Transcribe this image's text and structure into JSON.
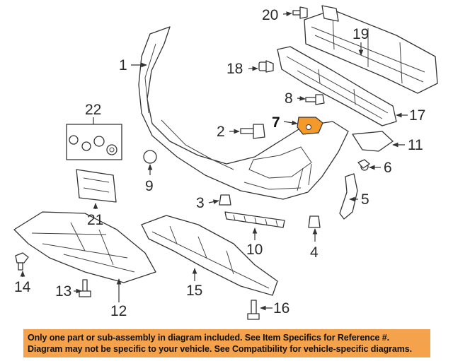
{
  "callouts": [
    "1",
    "2",
    "3",
    "4",
    "5",
    "6",
    "7",
    "8",
    "9",
    "10",
    "11",
    "12",
    "13",
    "14",
    "15",
    "16",
    "17",
    "18",
    "19",
    "20",
    "21",
    "22"
  ],
  "highlight_color": "#f39a2b",
  "notice": {
    "line1": "Only one part or sub-assembly in diagram included. See Item Specifics for Reference #.",
    "line2": "Diagram may not be specific to your vehicle. See Compatibility for vehicle-specific diagrams.",
    "background": "#f4a34c"
  }
}
